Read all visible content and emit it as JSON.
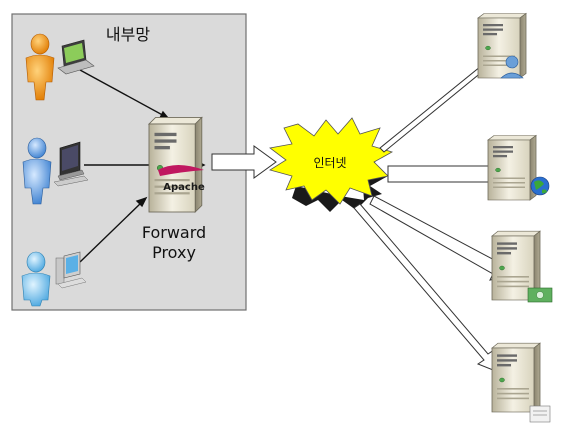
{
  "labels": {
    "internal_network": "내부망",
    "proxy_line1": "Forward",
    "proxy_line2": "Proxy",
    "internet": "인터넷",
    "apache": "Apache"
  },
  "clients": [
    {
      "user_icon": "user-orange-icon",
      "device_icon": "laptop-icon",
      "user_color": "#f39a1a"
    },
    {
      "user_icon": "user-blue-icon",
      "device_icon": "desktop-monitor-icon",
      "user_color": "#5a93d6"
    },
    {
      "user_icon": "user-blue-icon",
      "device_icon": "desktop-computer-icon",
      "user_color": "#6eb3e6"
    }
  ],
  "servers": [
    {
      "badge_icon": "user-badge-icon"
    },
    {
      "badge_icon": "globe-badge-icon"
    },
    {
      "badge_icon": "money-badge-icon"
    },
    {
      "badge_icon": "document-badge-icon"
    }
  ],
  "colors": {
    "internal_network_bg": "#dadada",
    "internet_burst": "#ffff00",
    "burst_shadow": "#1a1a1a",
    "apache_feather": "#c01860"
  }
}
